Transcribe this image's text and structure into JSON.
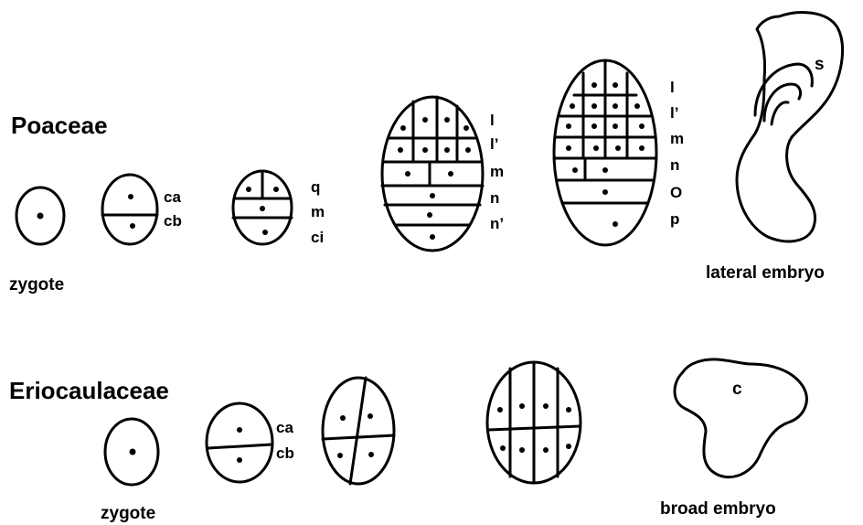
{
  "families": [
    {
      "name": "Poaceae",
      "zygote_label": "zygote",
      "stage2_labels": [
        "ca",
        "cb"
      ],
      "stage3_labels": [
        "q",
        "m",
        "ci"
      ],
      "stage4_labels": [
        "l",
        "l’",
        "m",
        "n",
        "n’"
      ],
      "stage5_labels": [
        "l",
        "l’",
        "m",
        "n",
        "O",
        "p"
      ],
      "embryo_type": "lateral embryo",
      "embryo_mark": "s"
    },
    {
      "name": "Eriocaulaceae",
      "zygote_label": "zygote",
      "stage2_labels": [
        "ca",
        "cb"
      ],
      "embryo_type": "broad embryo",
      "embryo_mark": "c"
    }
  ],
  "colors": {
    "ink": "#000000",
    "background": "#ffffff"
  }
}
